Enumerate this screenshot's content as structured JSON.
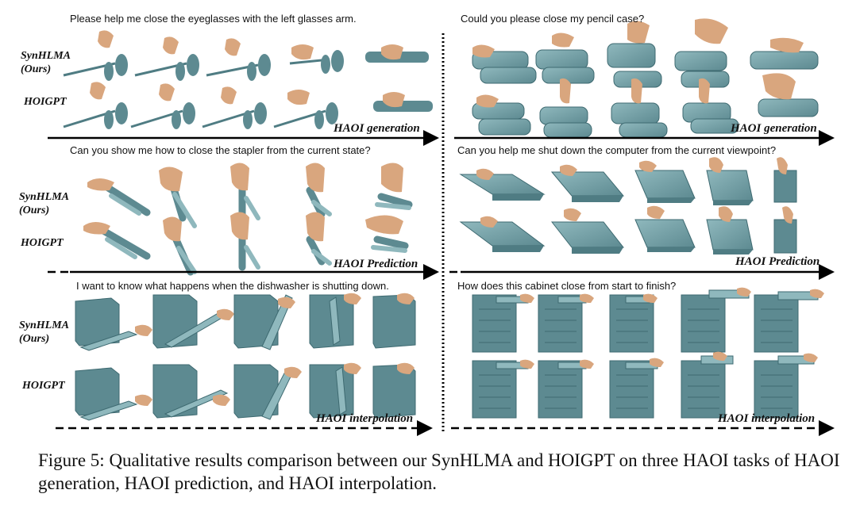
{
  "panels": [
    {
      "id": "eyeglasses",
      "prompt": "Please help me close the eyeglasses with the left glasses arm.",
      "task": "HAOI generation",
      "row_labels": [
        {
          "name": "SynHLMA",
          "sub": "(Ours)"
        },
        {
          "name": "HOIGPT",
          "sub": ""
        }
      ]
    },
    {
      "id": "pencil-case",
      "prompt": "Could you please close my pencil case?",
      "task": "HAOI generation",
      "row_labels": []
    },
    {
      "id": "stapler",
      "prompt": "Can you show me how to close the stapler from the current state?",
      "task": "HAOI Prediction",
      "row_labels": [
        {
          "name": "SynHLMA",
          "sub": "(Ours)"
        },
        {
          "name": "HOIGPT",
          "sub": ""
        }
      ]
    },
    {
      "id": "computer",
      "prompt": "Can you help me shut down the computer from the current viewpoint?",
      "task": "HAOI Prediction",
      "row_labels": []
    },
    {
      "id": "dishwasher",
      "prompt": "I want to know what happens when the dishwasher is shutting down.",
      "task": "HAOI interpolation",
      "row_labels": [
        {
          "name": "SynHLMA",
          "sub": "(Ours)"
        },
        {
          "name": "HOIGPT",
          "sub": ""
        }
      ]
    },
    {
      "id": "cabinet",
      "prompt": "How does this cabinet close from start to finish?",
      "task": "HAOI interpolation",
      "row_labels": []
    }
  ],
  "caption": "Figure 5: Qualitative results comparison between our SynHLMA and HOIGPT on three HAOI tasks of HAOI generation, HAOI prediction, and HAOI interpolation.",
  "colors": {
    "object": "#6f9da3",
    "object_dark": "#4f7c83",
    "hand": "#d9a67e",
    "arrow": "#000000"
  }
}
